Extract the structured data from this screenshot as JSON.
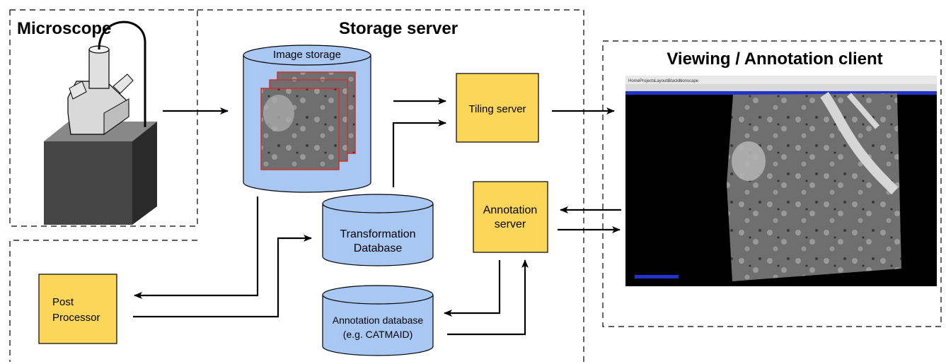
{
  "regions": {
    "microscope": "Microscope",
    "storage_server": "Storage server",
    "viewing_client": "Viewing / Annotation  client"
  },
  "nodes": {
    "image_storage": "Image storage",
    "tiling_server": "Tiling server",
    "transformation_db": [
      "Transformation",
      "Database"
    ],
    "annotation_server": [
      "Annotation",
      "server"
    ],
    "post_processor": [
      "Post",
      "Processor"
    ],
    "annotation_db": [
      "Annotation database",
      "(e.g. CATMAID)"
    ]
  },
  "client_ui": {
    "menu_items": [
      "Home",
      "Projects",
      "Layouts",
      "Stacks",
      "Nonscape"
    ]
  },
  "colors": {
    "cylinder_fill": "#a9c7f3",
    "box_fill": "#fbd659",
    "tile_border": "#d32f2f"
  }
}
